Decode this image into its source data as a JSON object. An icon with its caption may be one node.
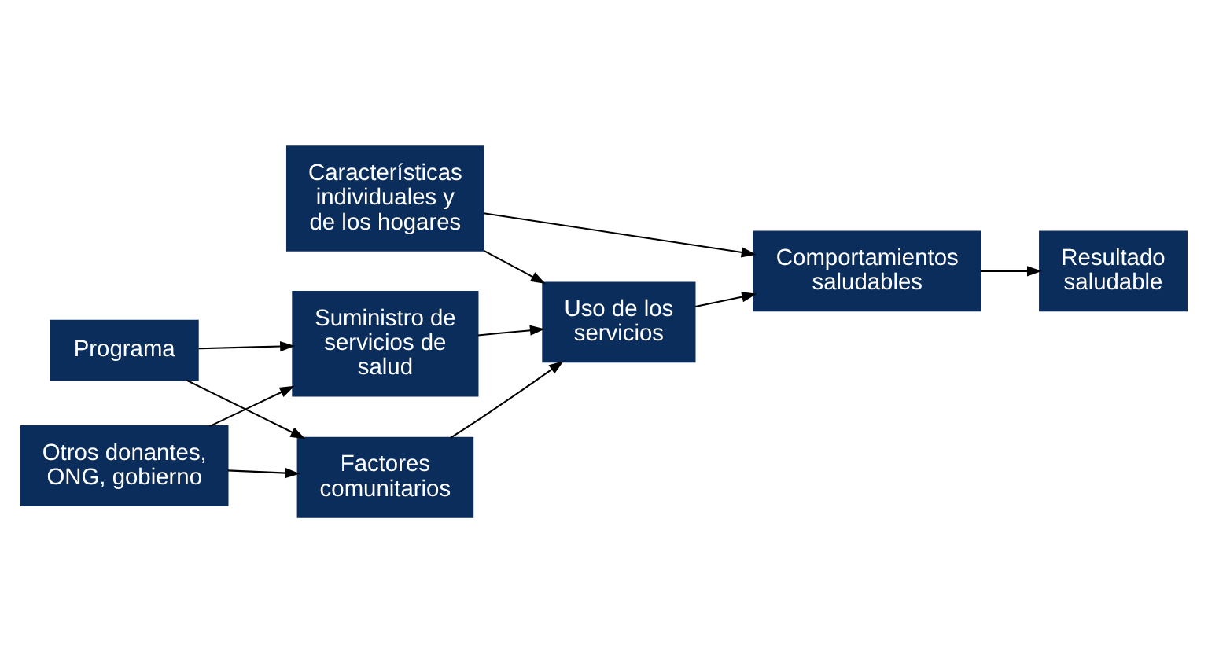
{
  "diagram": {
    "nodes": [
      {
        "text": [
          "Características individuales y de los hogares"
        ]
      },
      {
        "text": [
          "Uso de los servicios"
        ]
      },
      {
        "text": [
          "Comportamientos saludables"
        ]
      },
      {
        "text": [
          "Resultado saludable"
        ]
      },
      {
        "text": [
          "Suministro de servicios de salud"
        ]
      },
      {
        "text": [
          "Factores comunitarios"
        ]
      },
      {
        "text": [
          "Programa"
        ]
      },
      {
        "text": [
          "Otros donantes, ONG, gobierno"
        ]
      }
    ],
    "edges": [
      {
        "from": 0,
        "to": 1,
        "arrow": "to"
      },
      {
        "from": 0,
        "to": 2,
        "arrow": "to"
      },
      {
        "from": 1,
        "to": 2,
        "arrow": "to"
      },
      {
        "from": 2,
        "to": 3,
        "arrow": "to"
      },
      {
        "from": 4,
        "to": 1,
        "arrow": "to"
      },
      {
        "from": 5,
        "to": 1,
        "arrow": "to"
      },
      {
        "from": 6,
        "to": 4,
        "arrow": "to"
      },
      {
        "from": 6,
        "to": 5,
        "arrow": "to"
      },
      {
        "from": 7,
        "to": 4,
        "arrow": "to"
      },
      {
        "from": 7,
        "to": 5,
        "arrow": "to"
      }
    ]
  }
}
